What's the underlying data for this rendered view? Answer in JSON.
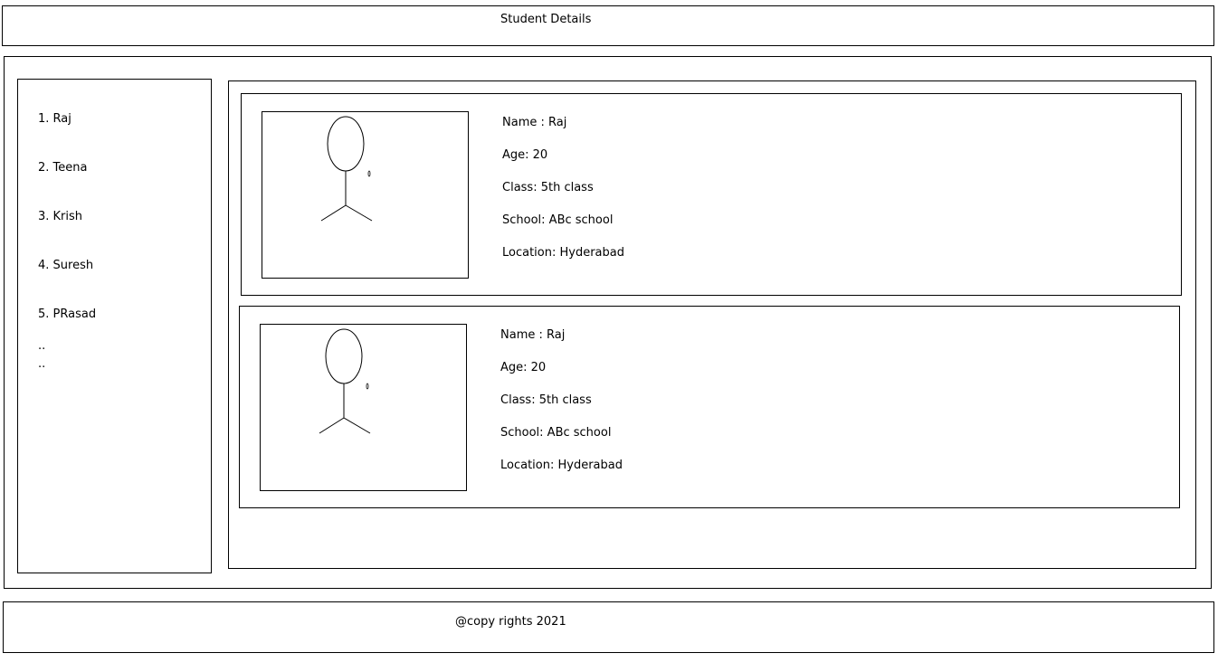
{
  "header": {
    "title": "Student Details"
  },
  "sidebar": {
    "items": [
      {
        "label": "1. Raj"
      },
      {
        "label": "2. Teena"
      },
      {
        "label": "3. Krish"
      },
      {
        "label": "4. Suresh"
      },
      {
        "label": "5. PRasad"
      }
    ],
    "more": [
      "..",
      ".."
    ]
  },
  "students": [
    {
      "photo_icon": "stick-figure-icon",
      "name": "Name : Raj",
      "age": "Age: 20",
      "class": "Class: 5th class",
      "school": "School: ABc school",
      "location": "Location: Hyderabad"
    },
    {
      "photo_icon": "stick-figure-icon",
      "name": "Name : Raj",
      "age": "Age: 20",
      "class": "Class: 5th class",
      "school": "School: ABc school",
      "location": "Location: Hyderabad"
    }
  ],
  "footer": {
    "text": "@copy rights 2021"
  }
}
